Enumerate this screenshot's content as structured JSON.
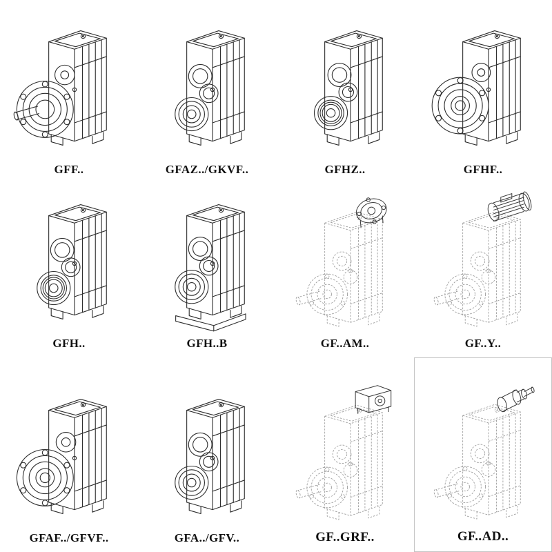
{
  "page": {
    "background": "#ffffff"
  },
  "colors": {
    "solid_line": "#2e2e2e",
    "phantom_line": "#9d9d9d",
    "attachment_line": "#3c3c3c",
    "label_text": "#111111",
    "cell_border": "#c4c4c4"
  },
  "catalog": {
    "items": [
      {
        "label": "GFF..",
        "figure": "flange-output-gear-unit-drawing"
      },
      {
        "label": "GFAZ../GKVF..",
        "figure": "hollow-bore-gear-unit-drawing"
      },
      {
        "label": "GFHZ..",
        "figure": "hollow-shaft-gear-unit-drawing"
      },
      {
        "label": "GFHF..",
        "figure": "flange-hollow-shaft-gear-unit-drawing"
      },
      {
        "label": "GFH..",
        "figure": "shaft-mounted-gear-unit-drawing"
      },
      {
        "label": "GFH..B",
        "figure": "shaft-mounted-gear-unit-with-base-drawing"
      },
      {
        "label": "GF..AM..",
        "figure": "gear-unit-with-input-flange-adapter-drawing"
      },
      {
        "label": "GF..Y..",
        "figure": "gear-unit-with-mounted-motor-drawing"
      },
      {
        "label": "GFAF../GFVF..",
        "figure": "flange-output-hollow-bore-gear-unit-drawing"
      },
      {
        "label": "GFA../GFV..",
        "figure": "hollow-bore-gear-unit-front-drawing"
      },
      {
        "label": "GF..GRF..",
        "figure": "gear-unit-with-bracket-adapter-drawing"
      },
      {
        "label": "GF..AD..",
        "figure": "gear-unit-with-input-shaft-adapter-drawing"
      }
    ]
  }
}
